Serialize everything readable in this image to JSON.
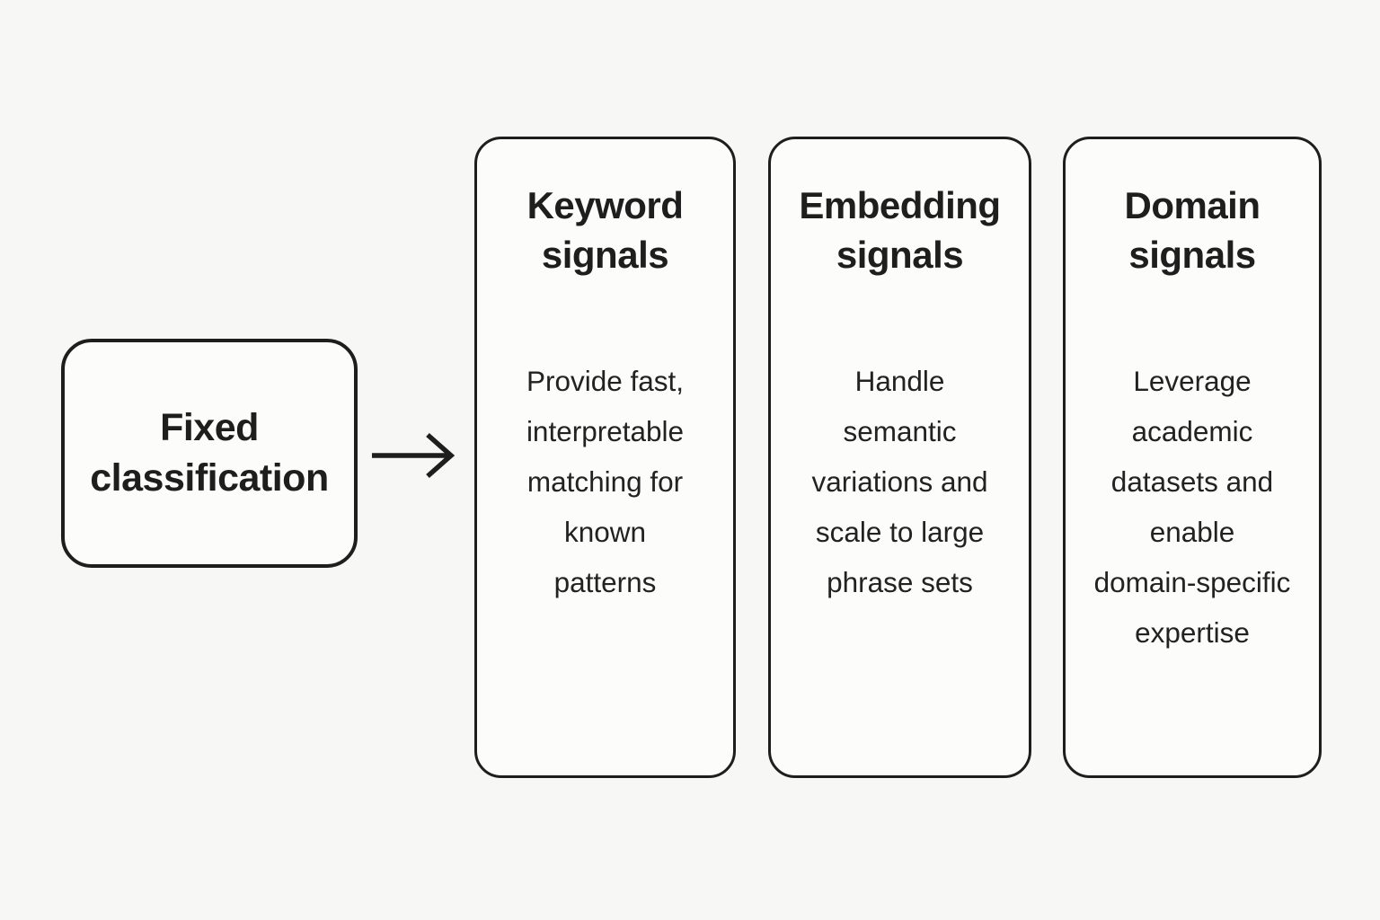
{
  "colors": {
    "background": "#f7f7f5",
    "card_fill": "#fcfcfb",
    "stroke": "#1e1e1e",
    "text": "#1e1e1e"
  },
  "source_box": {
    "label": "Fixed\nclassification"
  },
  "arrow": {
    "name": "right-arrow"
  },
  "cards": [
    {
      "title": "Keyword\nsignals",
      "body": "Provide fast,\ninterpretable\nmatching for\nknown\npatterns"
    },
    {
      "title": "Embedding\nsignals",
      "body": "Handle\nsemantic\nvariations and\nscale to large\nphrase sets"
    },
    {
      "title": "Domain\nsignals",
      "body": "Leverage\nacademic\ndatasets and\nenable\ndomain-specific\nexpertise"
    }
  ]
}
